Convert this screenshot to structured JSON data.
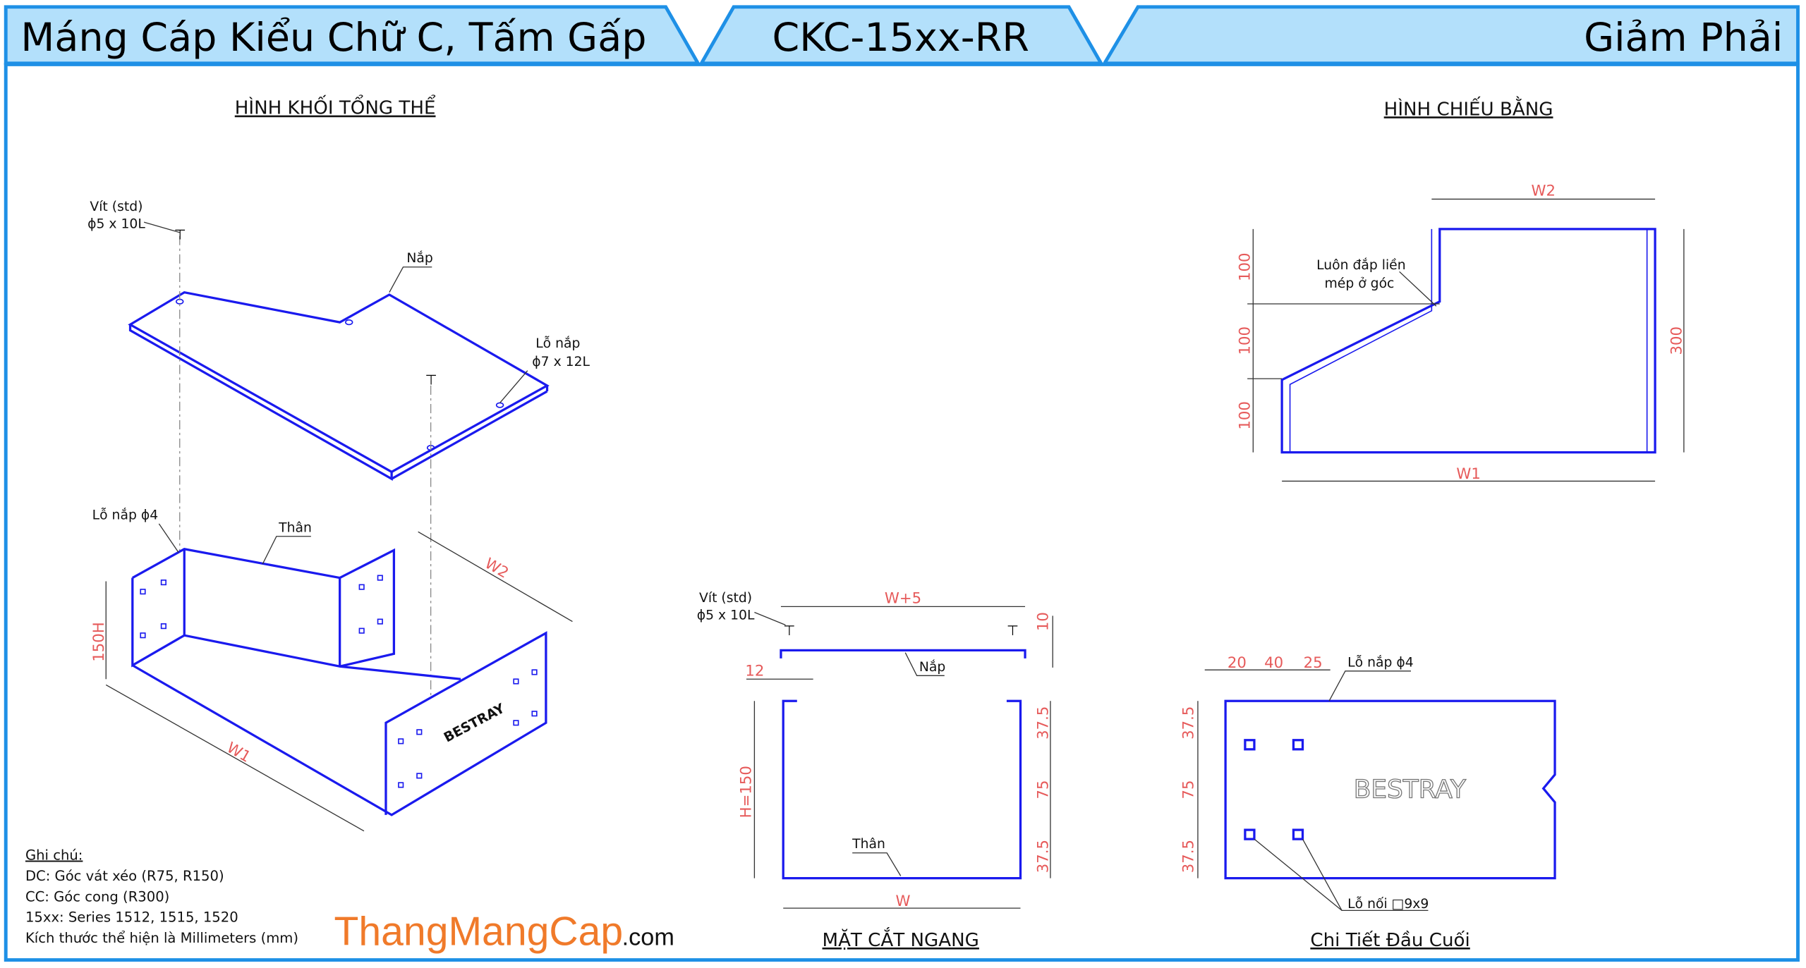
{
  "header": {
    "title": "Máng Cáp Kiểu Chữ C, Tấm Gấp",
    "code": "CKC-15xx-RR",
    "variant": "Giảm Phải"
  },
  "iso_view": {
    "title": "HÌNH KHỐI TỔNG THỂ",
    "screw_label_1": "Vít (std)",
    "screw_label_2": "ϕ5 x 10L",
    "cover_label": "Nắp",
    "cover_hole_label_1": "Lỗ nắp",
    "cover_hole_label_2": "ϕ7 x 12L",
    "body_hole_label": "Lỗ nắp ϕ4",
    "body_label": "Thân",
    "dim_h": "150H",
    "dim_w1": "W1",
    "dim_w2": "W2",
    "brand_mark": "BESTRAY"
  },
  "plan_view": {
    "title": "HÌNH CHIẾU BẰNG",
    "note_1": "Luôn đắp liền",
    "note_2": "mép ở góc",
    "dim_w2": "W2",
    "dim_w1": "W1",
    "dim_300": "300",
    "dim_100a": "100",
    "dim_100b": "100",
    "dim_100c": "100"
  },
  "section_view": {
    "title": "MẶT CẮT NGANG",
    "screw_label_1": "Vít (std)",
    "screw_label_2": "ϕ5 x 10L",
    "dim_w5": "W+5",
    "dim_10": "10",
    "dim_12": "12",
    "cover_label": "Nắp",
    "dim_h": "H=150",
    "dim_r1": "37.5",
    "dim_r2": "75",
    "dim_r3": "37.5",
    "body_label": "Thân",
    "dim_w": "W"
  },
  "end_detail": {
    "title": "Chi Tiết Đầu Cuối",
    "dim_20": "20",
    "dim_40": "40",
    "dim_25": "25",
    "hole_label": "Lỗ nắp ϕ4",
    "dim_l1": "37.5",
    "dim_l2": "75",
    "dim_l3": "37.5",
    "brand_mark": "BESTRAY",
    "joint_label": "Lỗ nối □9x9"
  },
  "notes": {
    "heading": "Ghi chú:",
    "lines": [
      "DC: Góc vát xéo (R75, R150)",
      "CC: Góc cong (R300)",
      "15xx: Series 1512, 1515, 1520",
      "Kích thước thể hiện là Millimeters (mm)"
    ]
  },
  "logo": {
    "main": "ThangMangCap",
    "suffix": ".com"
  },
  "colors": {
    "header_fill": "#b3e0fb",
    "border": "#1e90e6",
    "lines": "#1a1aee",
    "dims": "#e65a5a",
    "logo": "#f07a2a"
  }
}
